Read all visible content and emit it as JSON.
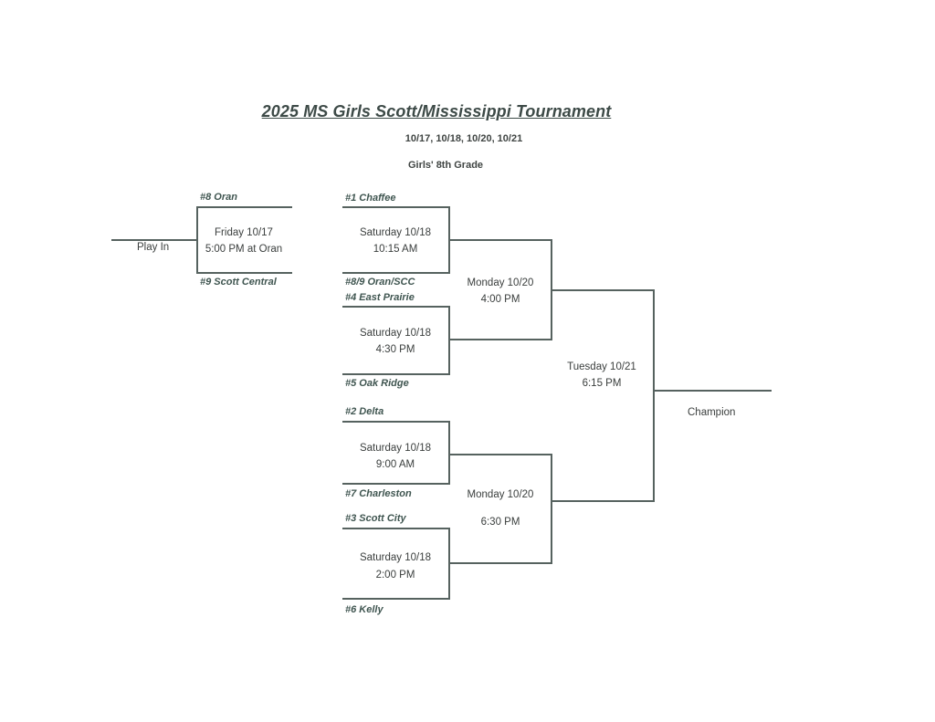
{
  "header": {
    "title": "2025 MS Girls Scott/Mississippi Tournament",
    "dates": "10/17, 10/18, 10/20, 10/21",
    "division": "Girls' 8th Grade"
  },
  "play_in": {
    "label": "Play In",
    "top_team": "#8 Oran",
    "bottom_team": "#9  Scott Central",
    "day": "Friday 10/17",
    "time": "5:00 PM at Oran"
  },
  "round1": [
    {
      "top_team": "#1 Chaffee",
      "bottom_team": "#8/9 Oran/SCC",
      "day": "Saturday 10/18",
      "time": "10:15 AM"
    },
    {
      "top_team": "#4 East Prairie",
      "bottom_team": "#5 Oak Ridge",
      "day": "Saturday 10/18",
      "time": "4:30 PM"
    },
    {
      "top_team": "#2 Delta",
      "bottom_team": "#7 Charleston",
      "day": "Saturday 10/18",
      "time": "9:00 AM"
    },
    {
      "top_team": "#3 Scott City",
      "bottom_team": "#6 Kelly",
      "day": "Saturday 10/18",
      "time": "2:00 PM"
    }
  ],
  "semifinals": [
    {
      "day": "Monday 10/20",
      "time": "4:00 PM"
    },
    {
      "day": "Monday 10/20",
      "time": "6:30 PM"
    }
  ],
  "final": {
    "day": "Tuesday 10/21",
    "time": "6:15 PM"
  },
  "champion_label": "Champion"
}
